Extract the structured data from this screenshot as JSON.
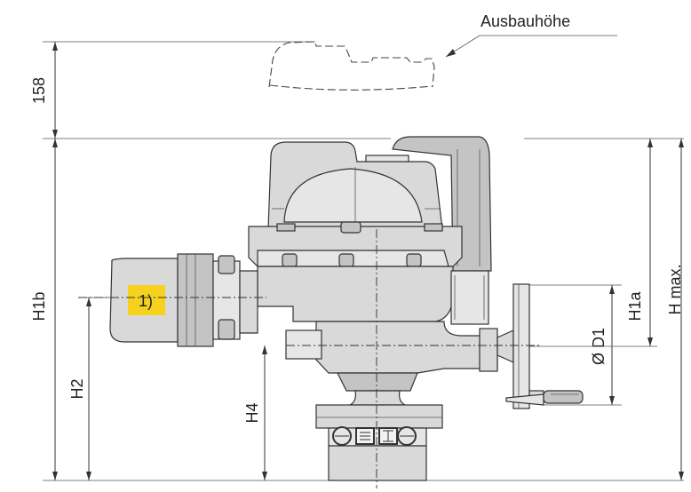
{
  "annotations": {
    "removal_height_label": "Ausbauhöhe",
    "removal_height_value": "158",
    "dim_h1b": "H1b",
    "dim_h2": "H2",
    "dim_h4": "H4",
    "dim_d1": "Ø D1",
    "dim_h1a": "H1a",
    "dim_hmax": "H max.",
    "note_marker": "1)"
  },
  "colors": {
    "note_badge": "#f6d21e",
    "part_fill": "#d9d9d9"
  }
}
